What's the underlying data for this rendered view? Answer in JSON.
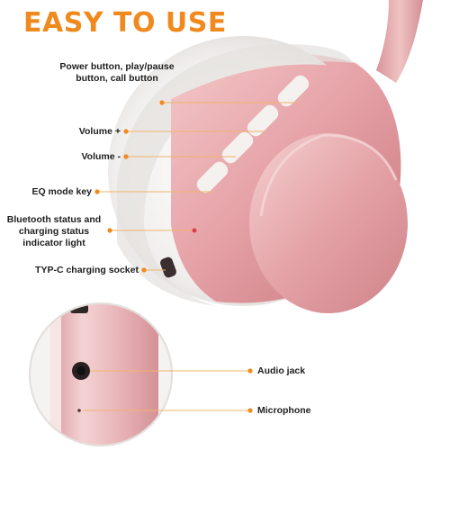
{
  "title": "EASY TO USE",
  "colors": {
    "accent": "#f08a1e",
    "headphone_rose": "#e6a7ac",
    "cushion": "#f2f0ee",
    "leader_line": "#f0b46a"
  },
  "callouts": {
    "power": {
      "line1": "Power button, play/pause",
      "line2": "button, call button"
    },
    "volume_up": "Volume +",
    "volume_down": "Volume -",
    "eq": "EQ mode key",
    "bluetooth": {
      "line1": "Bluetooth status and",
      "line2": "charging status",
      "line3": "indicator light"
    },
    "typec": "TYP-C charging socket",
    "audio_jack": "Audio jack",
    "microphone": "Microphone"
  }
}
